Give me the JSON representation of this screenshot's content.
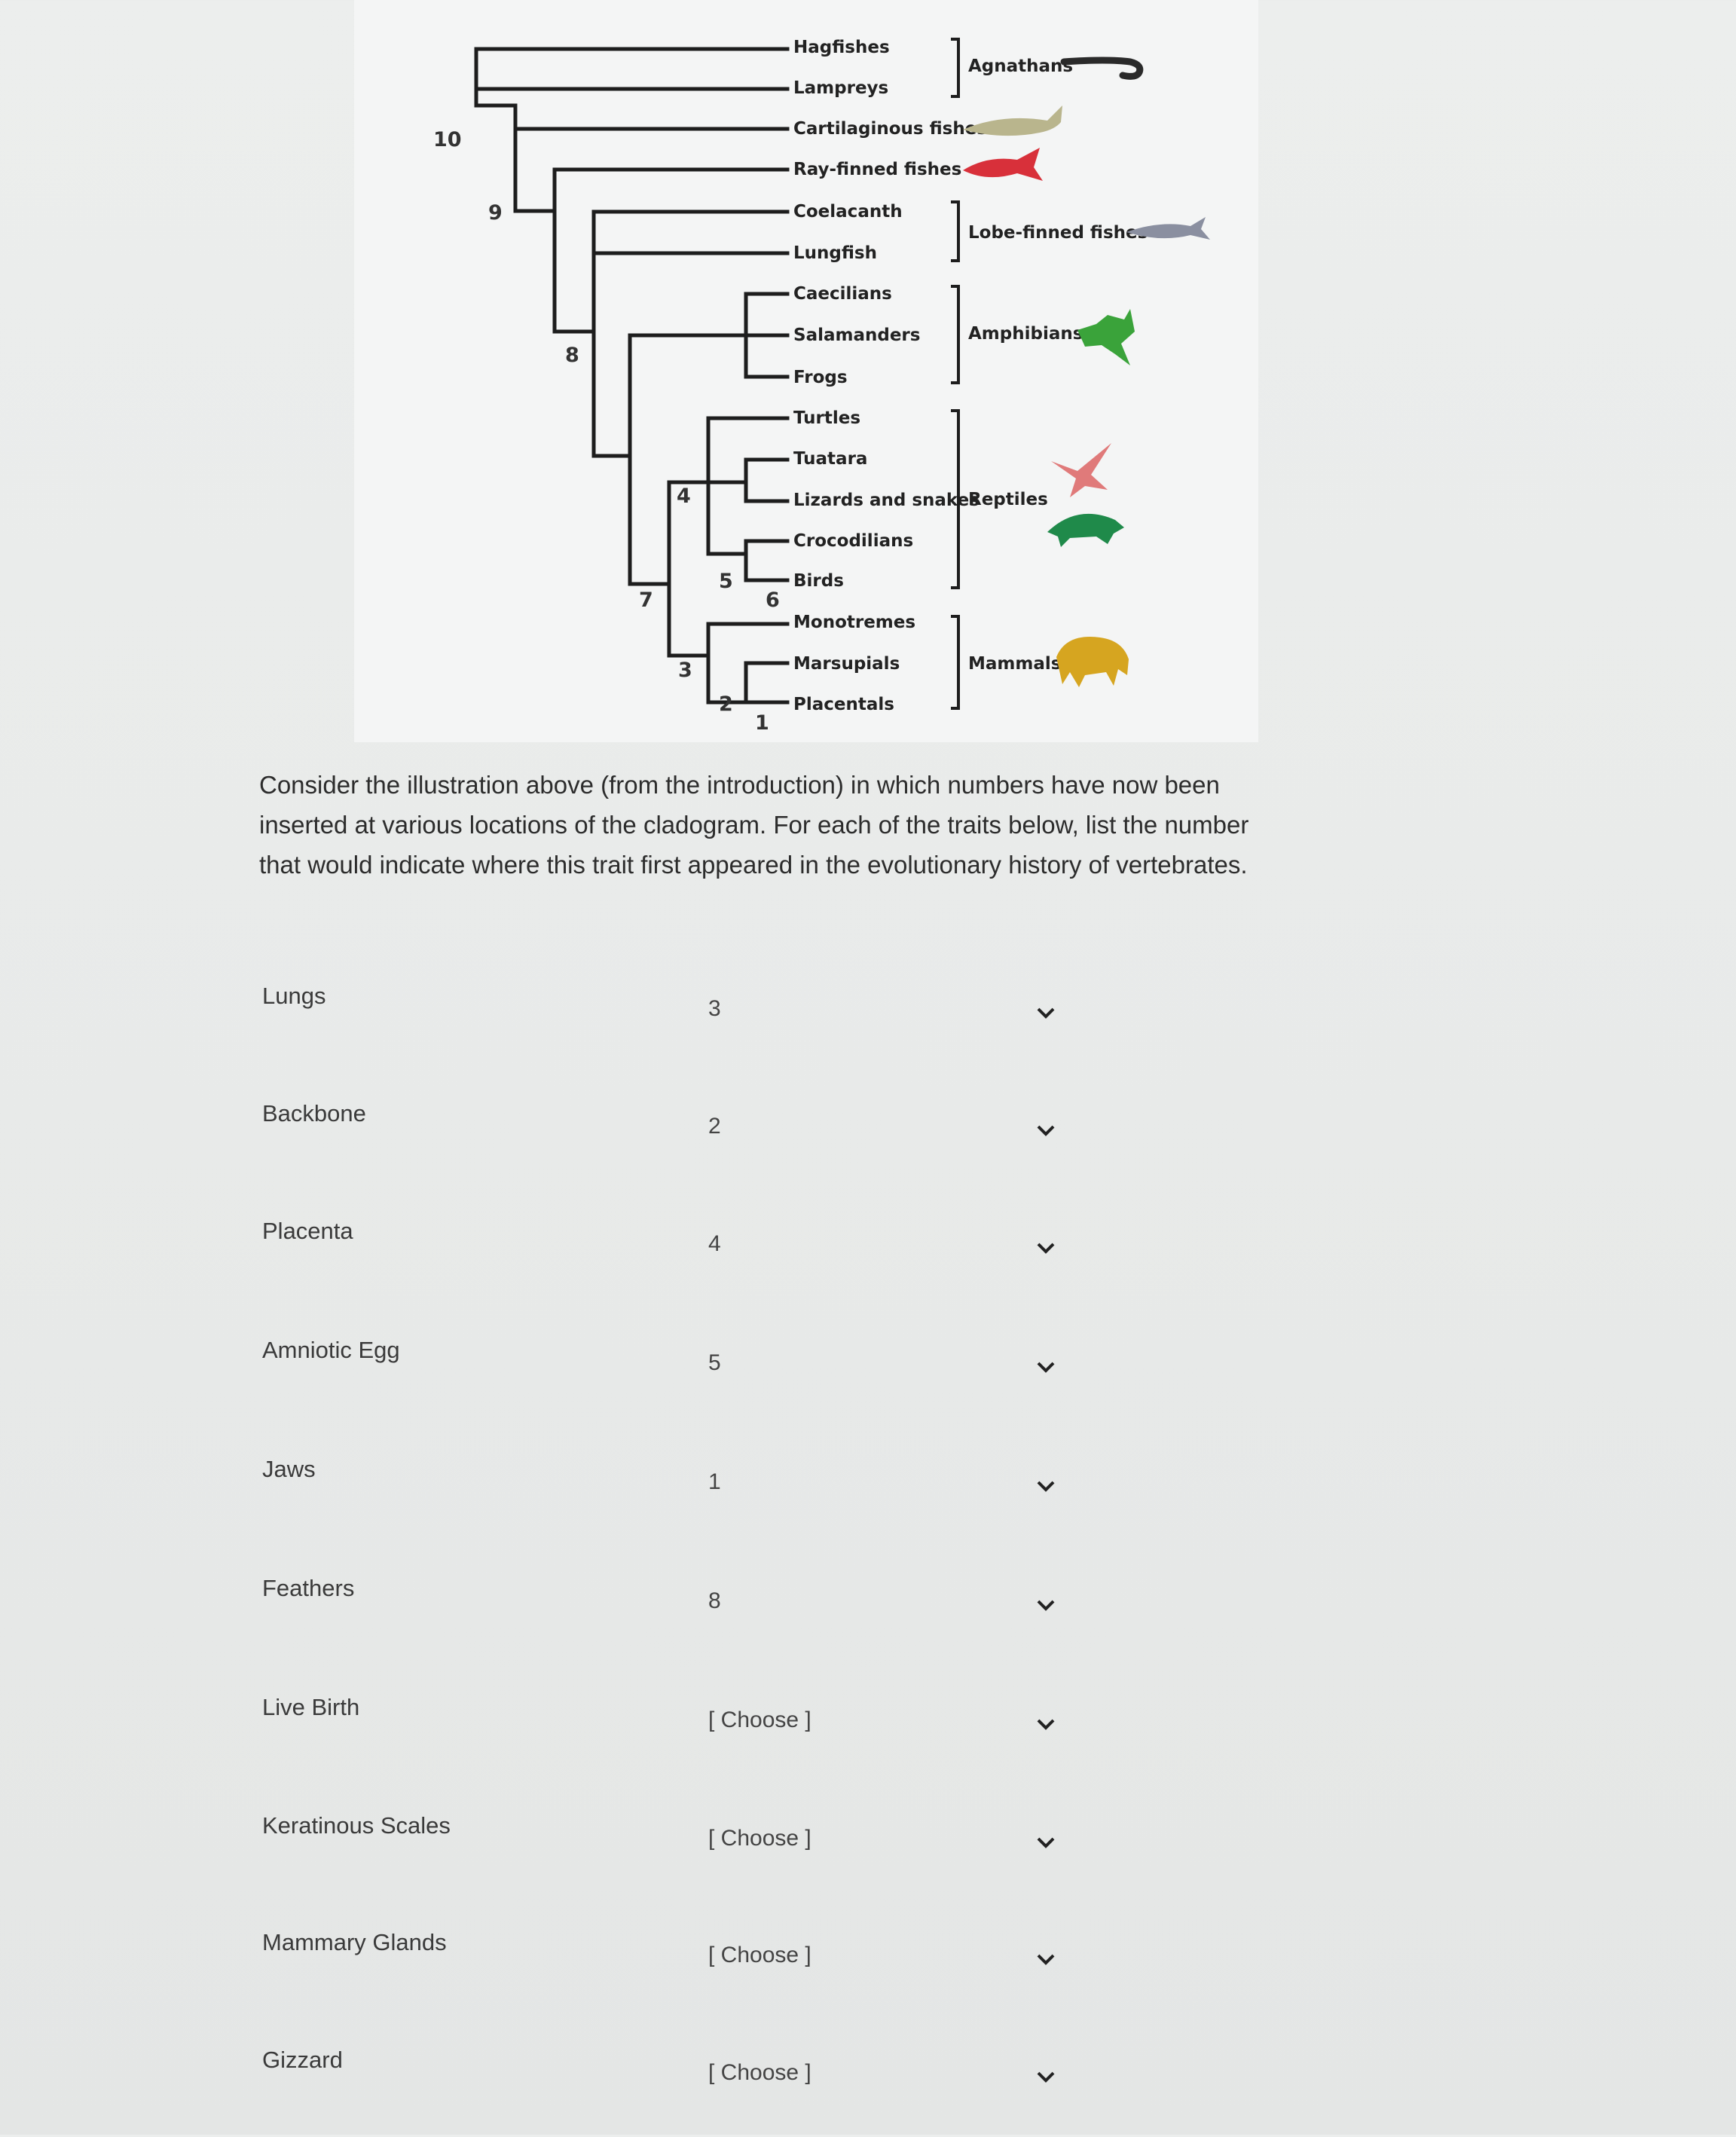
{
  "cladogram": {
    "taxa": [
      "Hagfishes",
      "Lampreys",
      "Cartilaginous fishes",
      "Ray-finned fishes",
      "Coelacanth",
      "Lungfish",
      "Caecilians",
      "Salamanders",
      "Frogs",
      "Turtles",
      "Tuatara",
      "Lizards and snakes",
      "Crocodilians",
      "Birds",
      "Monotremes",
      "Marsupials",
      "Placentals"
    ],
    "groups": [
      "Agnathans",
      "Lobe-finned fishes",
      "Amphibians",
      "Reptiles",
      "Mammals"
    ],
    "node_numbers": [
      "10",
      "9",
      "8",
      "7",
      "4",
      "5",
      "6",
      "3",
      "2",
      "1"
    ],
    "silhouette_colors": {
      "agnathans": "#2a2a2a",
      "cartilaginous": "#b9b58d",
      "ray_finned": "#d8303a",
      "lobe_finned": "#8a8fa0",
      "amphibians": "#3aa33a",
      "reptile_bird": "#e07a7a",
      "turtle": "#1f8a4a",
      "mammal": "#d6a520"
    }
  },
  "instructions": {
    "line1": "Consider the illustration above (from the introduction) in which numbers have now been",
    "line2": "inserted at various locations of the cladogram.  For each of the traits below, list the number",
    "line3": "that would indicate where this trait first appeared in the evolutionary history of vertebrates."
  },
  "traits": [
    {
      "label": "Lungs",
      "value": "3"
    },
    {
      "label": "Backbone",
      "value": "2"
    },
    {
      "label": "Placenta",
      "value": "4"
    },
    {
      "label": "Amniotic Egg",
      "value": "5"
    },
    {
      "label": "Jaws",
      "value": "1"
    },
    {
      "label": "Feathers",
      "value": "8"
    },
    {
      "label": "Live Birth",
      "value": "[ Choose ]"
    },
    {
      "label": "Keratinous Scales",
      "value": "[ Choose ]"
    },
    {
      "label": "Mammary Glands",
      "value": "[ Choose ]"
    },
    {
      "label": "Gizzard",
      "value": "[ Choose ]"
    }
  ],
  "icons": {
    "dropdown": "chevron-down-icon"
  }
}
